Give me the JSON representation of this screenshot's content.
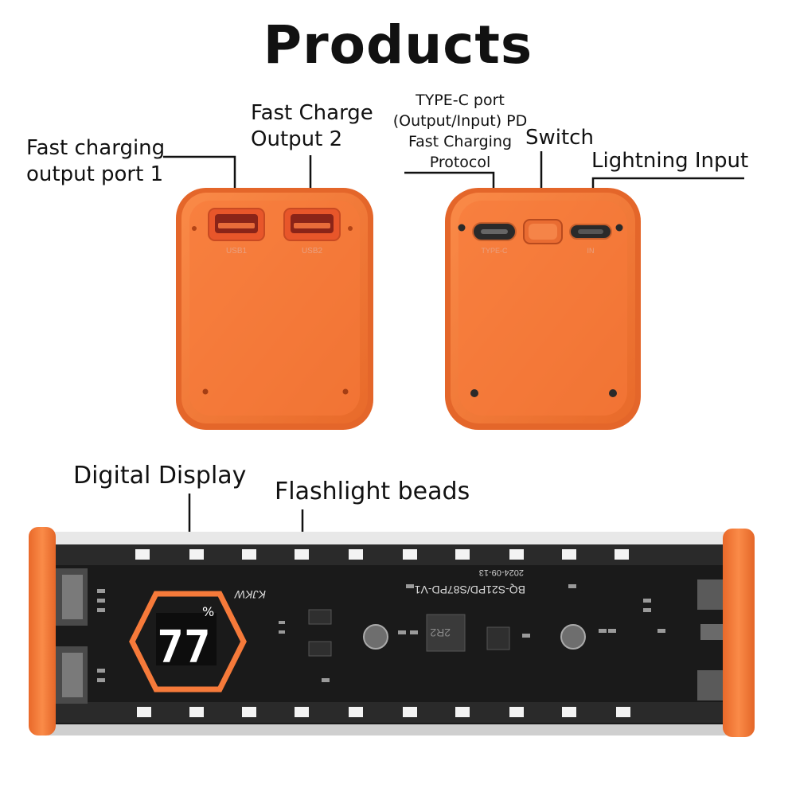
{
  "title": "Products",
  "callouts": {
    "port1": [
      "Fast charging",
      "output port 1"
    ],
    "output2": [
      "Fast Charge",
      "Output 2"
    ],
    "typec": [
      "TYPE-C port",
      "(Output/Input) PD",
      "Fast Charging",
      "Protocol"
    ],
    "switch": "Switch",
    "lightning": "Lightning Input",
    "display": "Digital Display",
    "beads": "Flashlight beads"
  },
  "device": {
    "port_marks": {
      "usb1": "USB1",
      "usb2": "USB2",
      "typec": "TYPE-C",
      "input": "IN"
    },
    "display_value": "77",
    "display_unit": "%",
    "pcb_brand": "KJKW",
    "pcb_model": "BQ-S21PD/S87PD-V1",
    "pcb_date": "2024-09-13",
    "inductor_code": "2R2"
  },
  "colors": {
    "body_orange": "#F67A3A",
    "pcb_black": "#1A1A1A",
    "display_white": "#FFFFFF",
    "label_text": "#111111"
  },
  "icons": [
    "usb-a-port-icon",
    "usb-c-port-icon",
    "power-switch-icon",
    "led-bead-icon",
    "hexagon-display-icon"
  ]
}
